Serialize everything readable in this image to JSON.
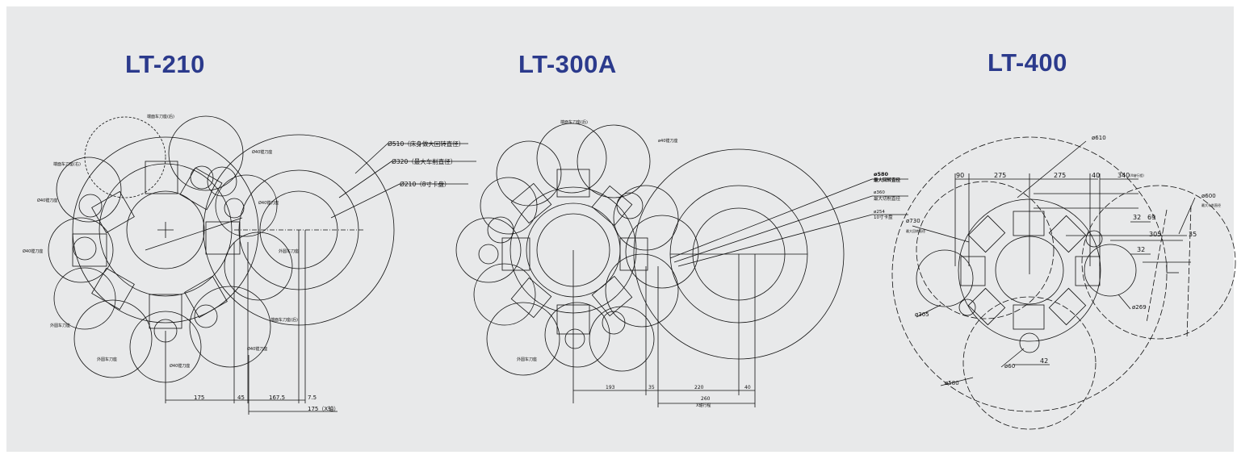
{
  "models": [
    {
      "name": "LT-210",
      "labels": {
        "d510": "Ø510（床身做大回转直径）",
        "d320": "Ø320（最大车削直径）",
        "d210": "Ø210（8寸卡盘）",
        "face_holder_top": "端面车刀座(后)",
        "face_holder_left": "端面车刀座(右)",
        "bore_holder_1": "Ø40镗刀座",
        "bore_holder_2": "Ø40镗刀座",
        "bore_holder_3": "Ø40镗刀座",
        "bore_holder_4": "Ø40镗刀座",
        "bore_holder_5": "Ø40镗刀座",
        "bore_holder_6": "Ø40镗刀座",
        "od_holder_1": "外圆车刀座",
        "od_holder_2": "外圆车刀座",
        "od_holder_3": "外圆车刀座",
        "face_holder_right": "端面车刀座(后)",
        "dim_175": "175",
        "dim_45": "45",
        "dim_167_5": "167.5",
        "dim_7_5": "7.5",
        "dim_175x": "175（X轴）"
      }
    },
    {
      "name": "LT-300A",
      "labels": {
        "swing": "ø580",
        "swing_note": "最大回转直径",
        "max_turn": "ø360",
        "max_turn_note": "最大切削直径",
        "chuck": "ø254",
        "chuck_note": "10寸卡盘",
        "face_holder": "端面车刀座(后)",
        "bore_holder": "ø40镗刀座",
        "od_holder": "外圆车刀座",
        "dim_193": "193",
        "dim_35": "35",
        "dim_220": "220",
        "dim_40": "40",
        "dim_260": "260",
        "dim_260_note": "X轴行程"
      }
    },
    {
      "name": "LT-400",
      "labels": {
        "d610": "ø610",
        "d730": "ø730",
        "d730_note": "最大回转直径",
        "d600": "ø600",
        "d600_note": "最大车削直径",
        "d305": "ø305",
        "d269": "ø269",
        "d580": "ø580",
        "d60": "ø60",
        "dim_90": "90",
        "dim_275a": "275",
        "dim_275b": "275",
        "dim_40": "40",
        "dim_340": "340",
        "dim_340_note": "(X轴行程)",
        "dim_32a": "32",
        "dim_69": "69",
        "dim_305": "305",
        "dim_35": "35",
        "dim_32b": "32",
        "dim_42": "42"
      }
    }
  ],
  "colors": {
    "background": "#e8e9ea",
    "title": "#2b3a8c",
    "line": "#111111"
  }
}
